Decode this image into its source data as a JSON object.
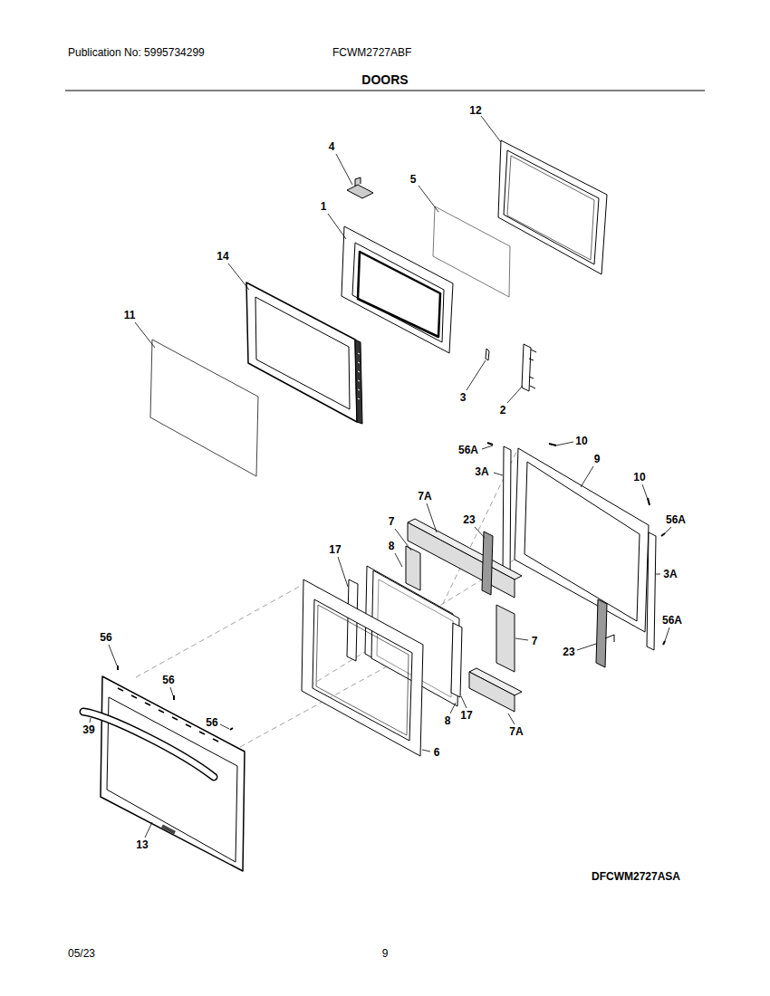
{
  "diagram": {
    "title": "DOORS",
    "labels": [
      "Publication No: 5995734299",
      "FCWM2727ABF",
      "DFCWM2727ASA",
      "05/23",
      "9",
      "12",
      "4",
      "5",
      "1",
      "14",
      "11",
      "3",
      "2",
      "56A",
      "10",
      "9",
      "3A",
      "10",
      "7A",
      "7",
      "23",
      "56A",
      "8",
      "17",
      "3A",
      "56A",
      "56",
      "7",
      "23",
      "56",
      "56",
      "39",
      "8",
      "17",
      "7A",
      "6",
      "13"
    ]
  }
}
